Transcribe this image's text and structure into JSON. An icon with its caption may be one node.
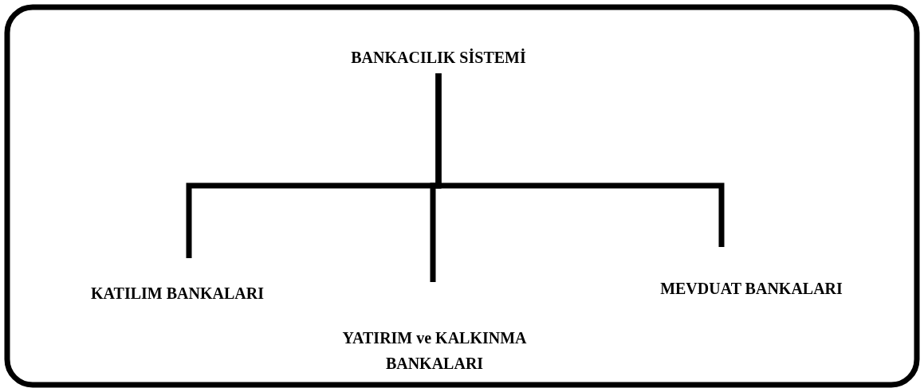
{
  "diagram": {
    "nodes": [
      {
        "text": [
          "BANKACILIK SİSTEMİ"
        ]
      },
      {
        "text": [
          "KATILIM BANKALARI"
        ]
      },
      {
        "text": [
          "YATIRIM ve KALKINMA BANKALARI"
        ]
      },
      {
        "text": [
          "MEVDUAT BANKALARI"
        ]
      }
    ],
    "edges": [
      {
        "from": 0,
        "to": 1,
        "arrow": "none"
      },
      {
        "from": 0,
        "to": 2,
        "arrow": "none"
      },
      {
        "from": 0,
        "to": 3,
        "arrow": "none"
      }
    ]
  }
}
